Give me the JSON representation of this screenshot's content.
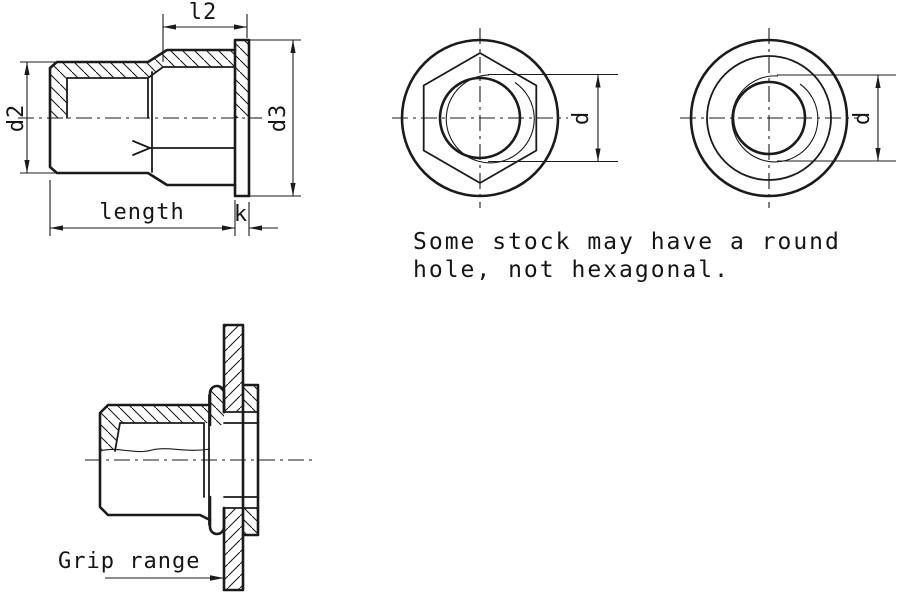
{
  "drawing": {
    "type": "technical-drawing-blind-rivet-nut",
    "labels": {
      "l2": "l2",
      "d2": "d2",
      "d3": "d3",
      "length": "length",
      "k": "k",
      "d_hex": "d",
      "d_round": "d",
      "grip_range": "Grip range"
    },
    "note": {
      "lines": [
        "Some stock may have a round",
        "hole, not hexagonal."
      ]
    },
    "colors": {
      "line": "#1b1b1b",
      "background": "#ffffff"
    }
  }
}
